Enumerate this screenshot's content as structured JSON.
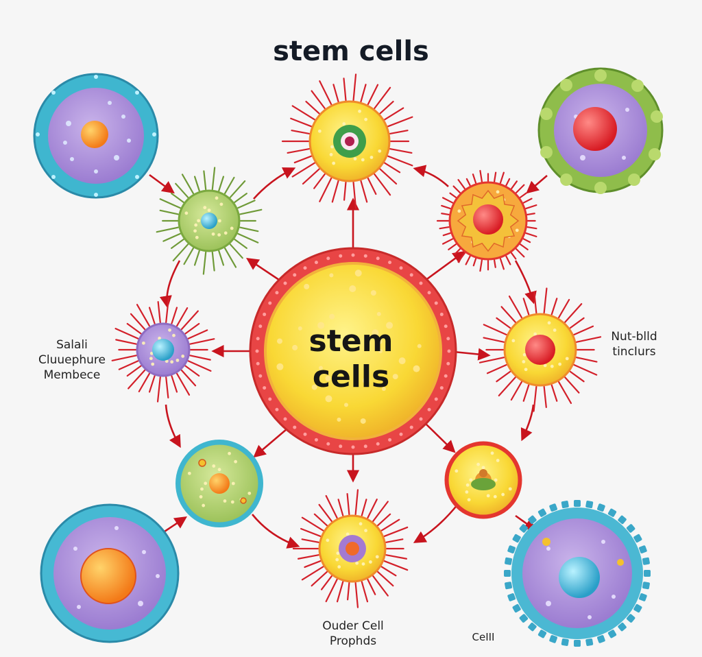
{
  "title": "stem cells",
  "center_label": [
    "stem",
    "cells"
  ],
  "labels": {
    "left": [
      "Salali",
      "Cluuephure",
      "Membece"
    ],
    "right": [
      "Nut-blld",
      "tincIurs"
    ],
    "bottom": [
      "Ouder Cell",
      "Prophds"
    ],
    "bottom_right": "CeIII"
  },
  "colors": {
    "arrow": "#c8141e",
    "background": "#f6f6f6",
    "center_fill": "#f7dd3a",
    "center_rim": "#e03a3a"
  }
}
